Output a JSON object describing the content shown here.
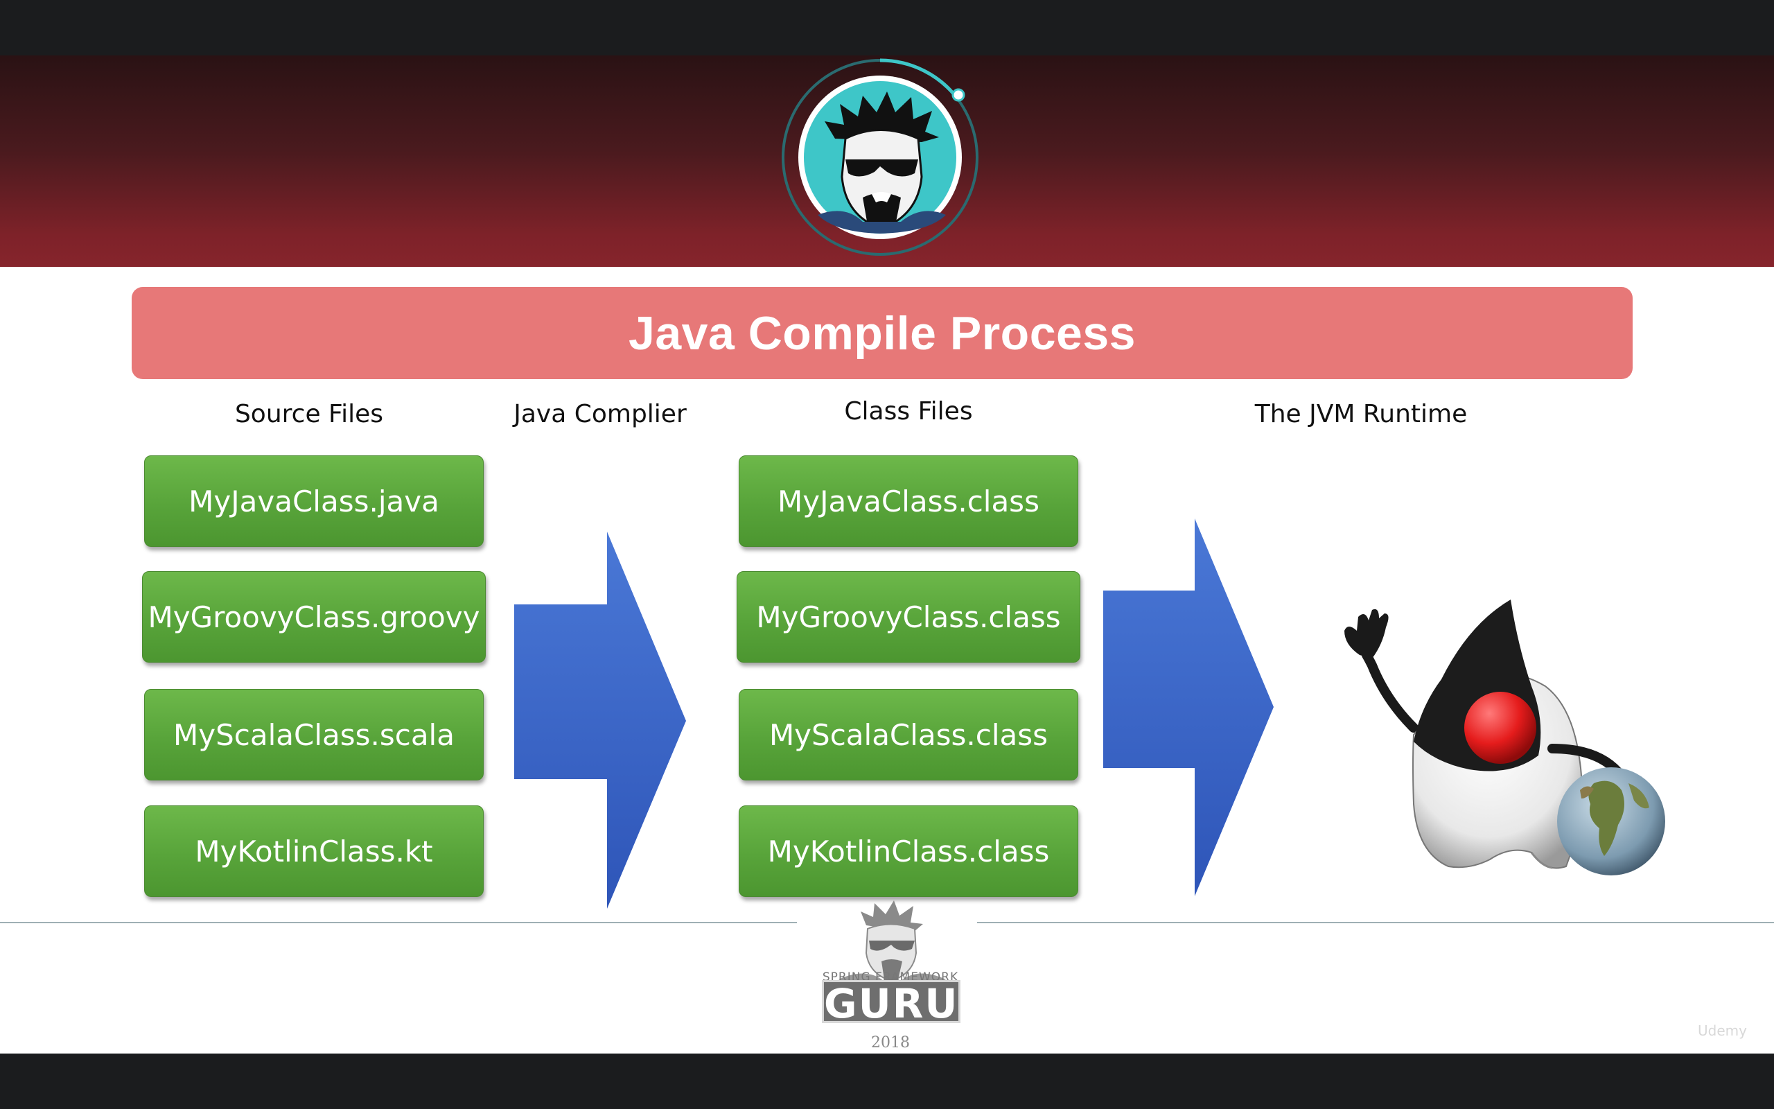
{
  "slide": {
    "title": "Java Compile Process",
    "columns": {
      "source": "Source Files",
      "compiler": "Java Complier",
      "class": "Class Files",
      "runtime": "The JVM Runtime"
    },
    "source_files": [
      "MyJavaClass.java",
      "MyGroovyClass.groovy",
      "MyScalaClass.scala",
      "MyKotlinClass.kt"
    ],
    "class_files": [
      "MyJavaClass.class",
      "MyGroovyClass.class",
      "MyScalaClass.class",
      "MyKotlinClass.class"
    ]
  },
  "footer": {
    "logo_small": "SPRING FRAMEWORK",
    "logo_big": "GURU",
    "year": "2018"
  },
  "watermark": "Udemy",
  "colors": {
    "banner": "#7e2229",
    "title_bar": "#e77878",
    "file_box": "#5aa63c",
    "arrow": "#3a63c4",
    "avatar_bg": "#3ec6c8"
  }
}
